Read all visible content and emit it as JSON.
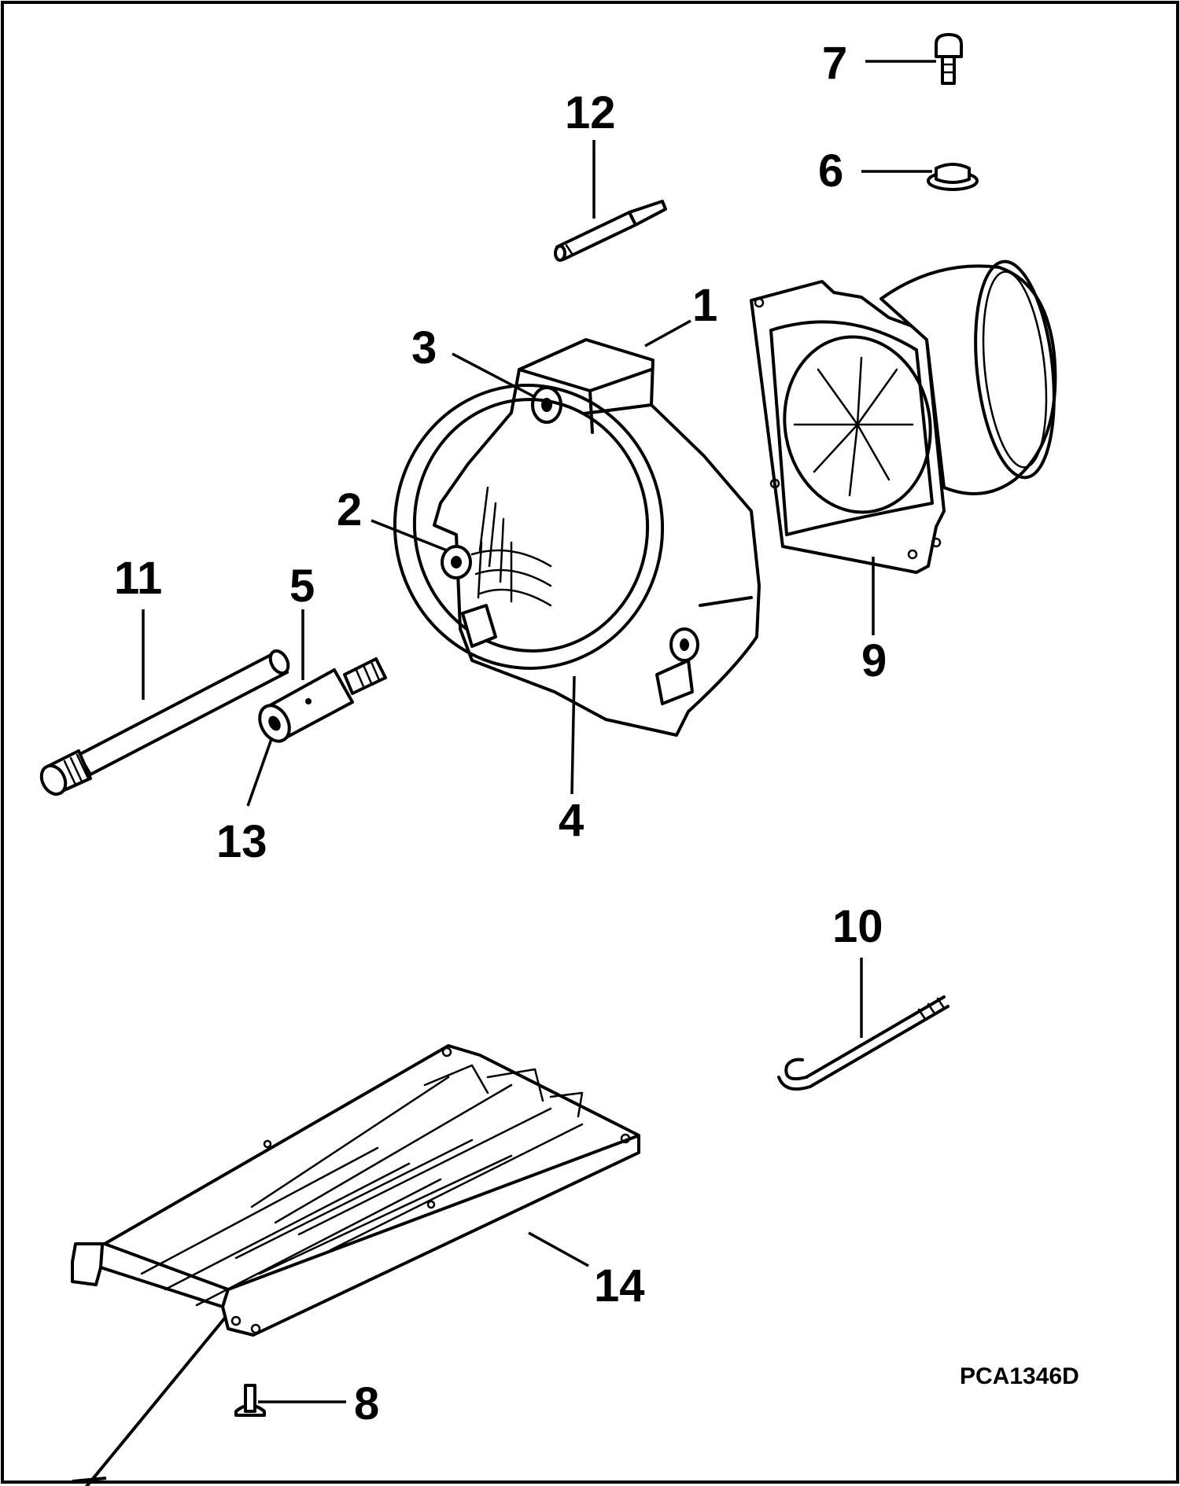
{
  "figure": {
    "code": "PCA1346D",
    "callouts": {
      "c1": "1",
      "c2": "2",
      "c3": "3",
      "c4": "4",
      "c5": "5",
      "c6": "6",
      "c7": "7",
      "c8": "8",
      "c9": "9",
      "c10": "10",
      "c11": "11",
      "c12": "12",
      "c13": "13",
      "c14": "14"
    }
  }
}
